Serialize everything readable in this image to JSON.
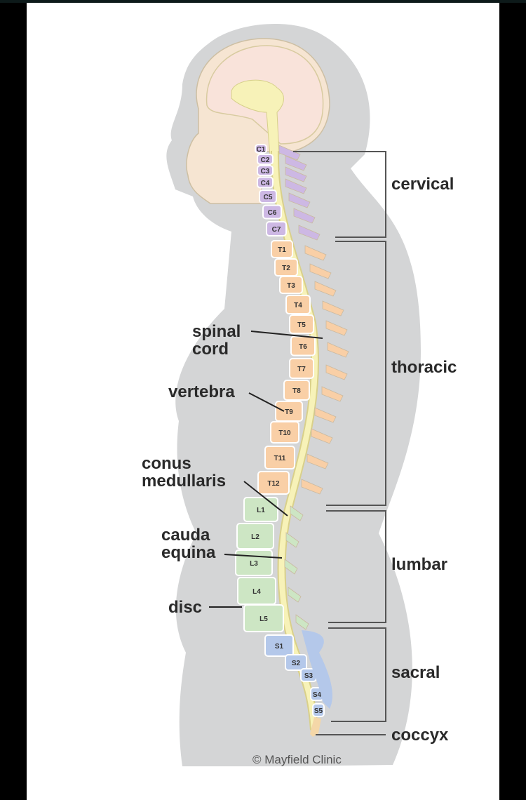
{
  "diagram": {
    "title": "Spinal column regions (sagittal view)",
    "credit": "© Mayfield Clinic",
    "regions": [
      {
        "id": "cervical",
        "label": "cervical",
        "color": "#cdb8e4"
      },
      {
        "id": "thoracic",
        "label": "thoracic",
        "color": "#f9cfa6"
      },
      {
        "id": "lumbar",
        "label": "lumbar",
        "color": "#cde6c4"
      },
      {
        "id": "sacral",
        "label": "sacral",
        "color": "#b4c8ea"
      },
      {
        "id": "coccyx",
        "label": "coccyx",
        "color": "#f4d7a8"
      }
    ],
    "vertebrae": {
      "cervical": [
        "C1",
        "C2",
        "C3",
        "C4",
        "C5",
        "C6",
        "C7"
      ],
      "thoracic": [
        "T1",
        "T2",
        "T3",
        "T4",
        "T5",
        "T6",
        "T7",
        "T8",
        "T9",
        "T10",
        "T11",
        "T12"
      ],
      "lumbar": [
        "L1",
        "L2",
        "L3",
        "L4",
        "L5"
      ],
      "sacral": [
        "S1",
        "S2",
        "S3",
        "S4",
        "S5"
      ]
    },
    "annotations": [
      {
        "id": "spinal-cord",
        "lines": [
          "spinal",
          "cord"
        ]
      },
      {
        "id": "vertebra",
        "lines": [
          "vertebra"
        ]
      },
      {
        "id": "conus-medullaris",
        "lines": [
          "conus",
          "medullaris"
        ]
      },
      {
        "id": "cauda-equina",
        "lines": [
          "cauda",
          "equina"
        ]
      },
      {
        "id": "disc",
        "lines": [
          "disc"
        ]
      }
    ],
    "colors": {
      "body": "#d4d5d6",
      "brain": "#f9e3da",
      "skull": "#f6e5d2",
      "cord": "#f7f2b8",
      "bracket": "#555555"
    }
  }
}
